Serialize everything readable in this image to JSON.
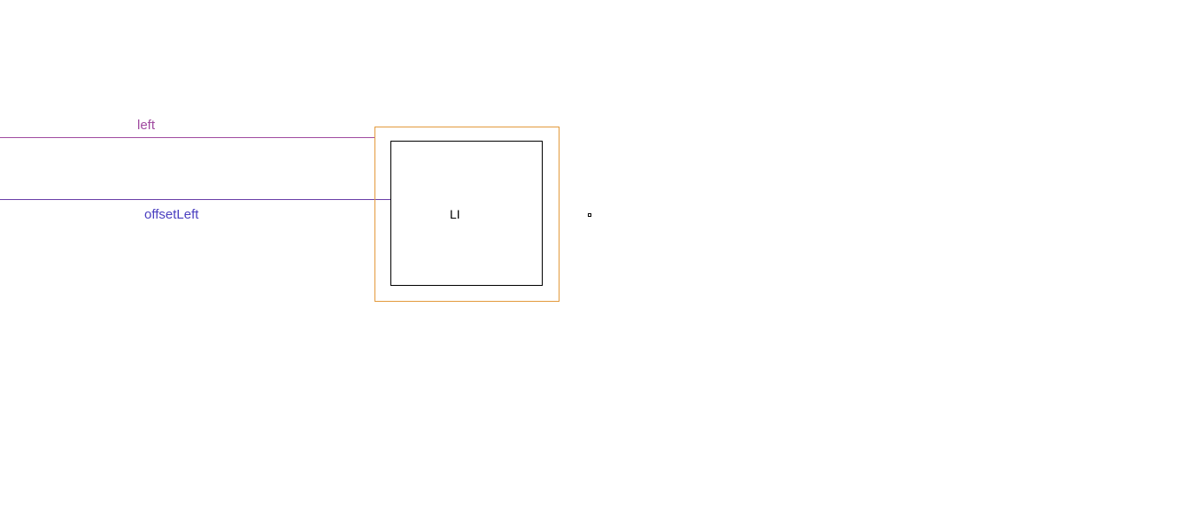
{
  "diagram": {
    "labels": {
      "left": "left",
      "offset_left": "offsetLeft",
      "element": "LI"
    },
    "colors": {
      "left_line": "#a04ba0",
      "offset_left_line": "#6a3fa8",
      "left_label": "#a04ba0",
      "offset_left_label": "#4a3fc0",
      "outer_box_border": "#e39a3c",
      "inner_box_border": "#000000"
    }
  }
}
